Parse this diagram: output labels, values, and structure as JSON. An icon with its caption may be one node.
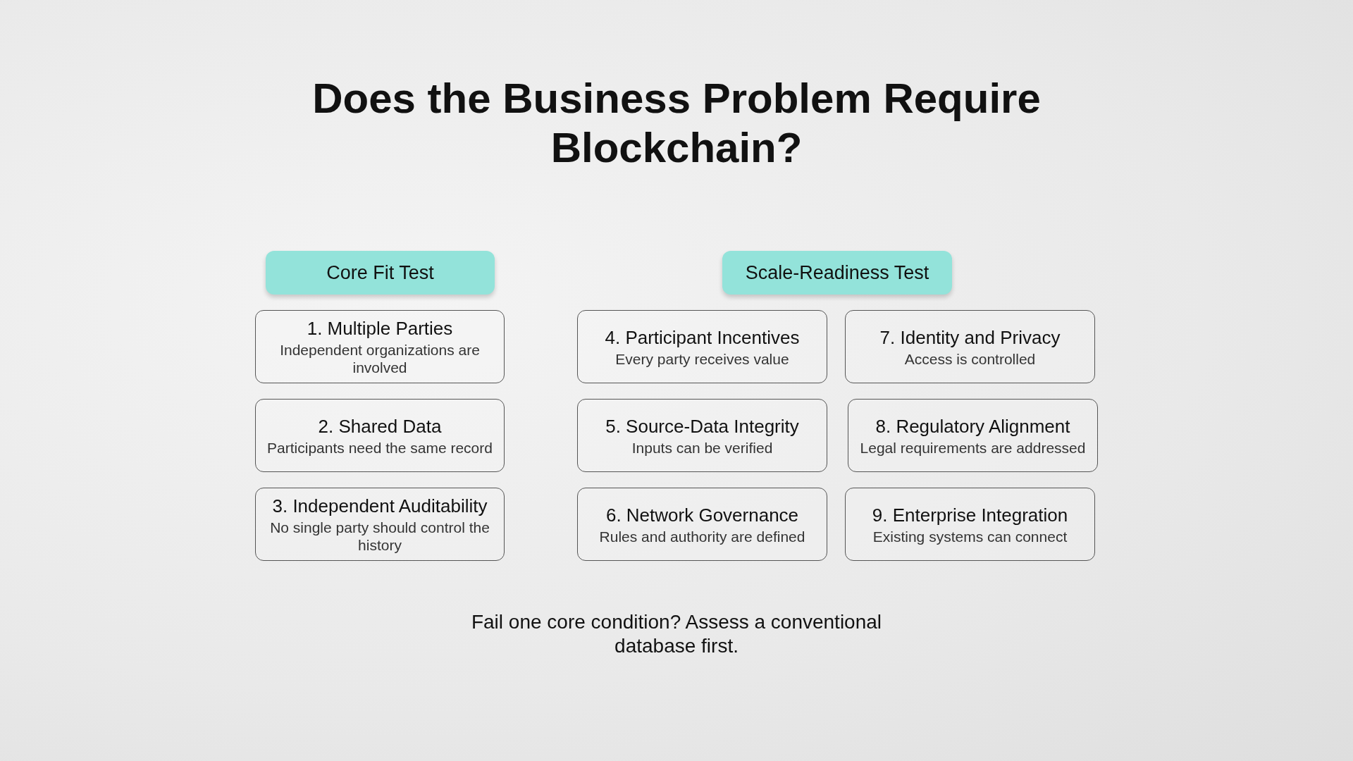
{
  "diagram": {
    "title": "Does the Business Problem Require Blockchain?",
    "nodes": [
      {
        "text": [
          "Core Fit Test"
        ]
      },
      {
        "text": [
          "Scale-Readiness Test"
        ]
      },
      {
        "text": [
          "1. Multiple Parties",
          "Independent organizations are involved"
        ]
      },
      {
        "text": [
          "2. Shared Data",
          "Participants need the same record"
        ]
      },
      {
        "text": [
          "3. Independent Auditability",
          "No single party should control the history"
        ]
      },
      {
        "text": [
          "4. Participant Incentives",
          "Every party receives value"
        ]
      },
      {
        "text": [
          "7. Identity and Privacy",
          "Access is controlled"
        ]
      },
      {
        "text": [
          "5. Source-Data Integrity",
          "Inputs can be verified"
        ]
      },
      {
        "text": [
          "8. Regulatory Alignment",
          "Legal requirements are addressed"
        ]
      },
      {
        "text": [
          "6. Network Governance",
          "Rules and authority are defined"
        ]
      },
      {
        "text": [
          "9. Enterprise Integration",
          "Existing systems can connect"
        ]
      }
    ],
    "caption": "Fail one core condition? Assess a conventional database first."
  }
}
